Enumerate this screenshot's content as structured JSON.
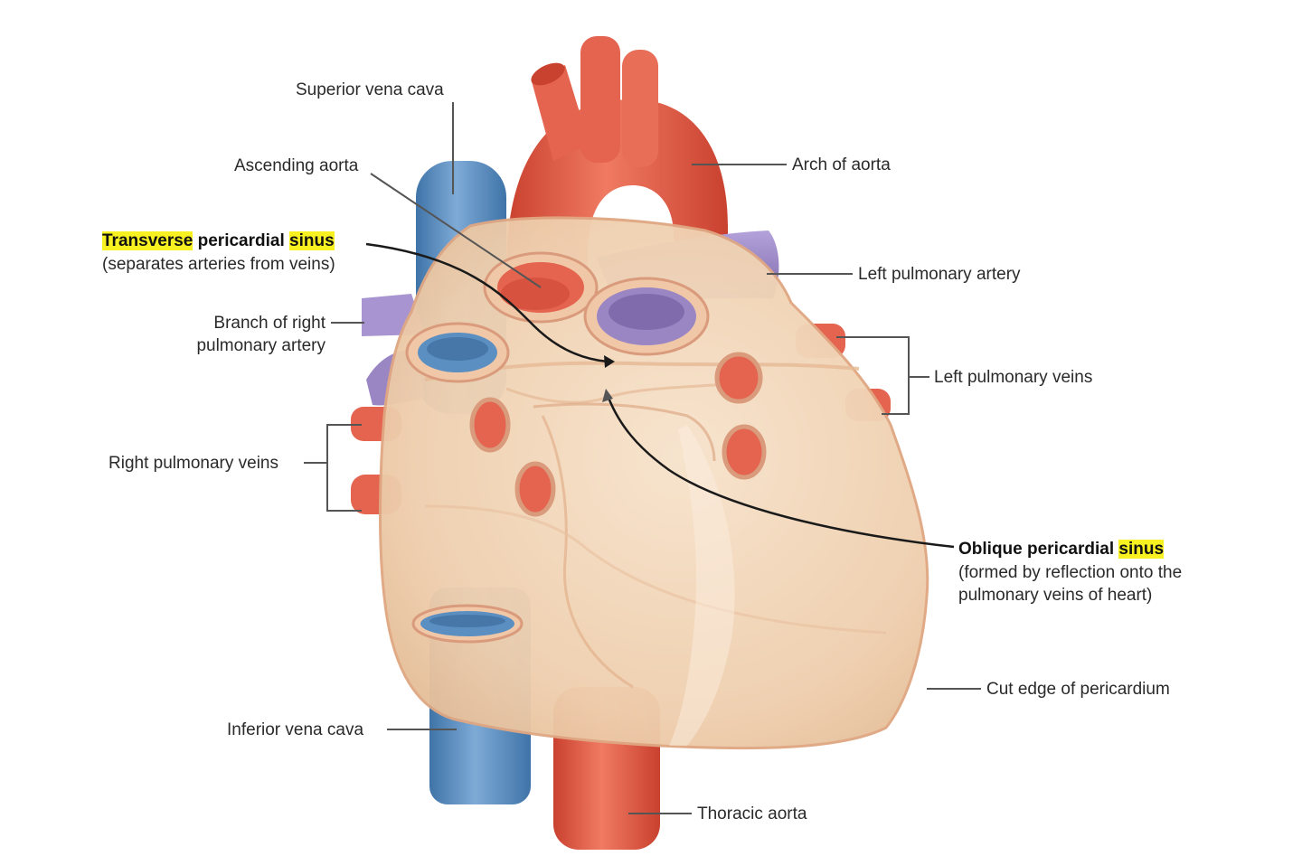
{
  "labels": {
    "superior_vena_cava": "Superior vena cava",
    "ascending_aorta": "Ascending aorta",
    "arch_of_aorta": "Arch of aorta",
    "transverse_sinus": {
      "word1": "Transverse",
      "word2": " pericardial ",
      "word3": "sinus",
      "note": "(separates arteries from veins)"
    },
    "left_pulmonary_artery": "Left pulmonary artery",
    "branch_right_pulmonary_artery": {
      "line1": "Branch of right",
      "line2": "pulmonary artery"
    },
    "left_pulmonary_veins": "Left pulmonary veins",
    "right_pulmonary_veins": "Right pulmonary veins",
    "oblique_sinus": {
      "word1": "Oblique pericardial ",
      "word2": "sinus",
      "note1": "(formed by reflection onto the",
      "note2": "pulmonary veins of heart)"
    },
    "cut_edge_pericardium": "Cut edge of pericardium",
    "inferior_vena_cava": "Inferior vena cava",
    "thoracic_aorta": "Thoracic aorta"
  },
  "colors": {
    "artery": "#e4644f",
    "vein_blue": "#5b8fc2",
    "pulmonary_artery": "#9b86c4",
    "pericardium": "#f1d3b4",
    "highlight": "#f7f122",
    "leader": "#555555"
  }
}
